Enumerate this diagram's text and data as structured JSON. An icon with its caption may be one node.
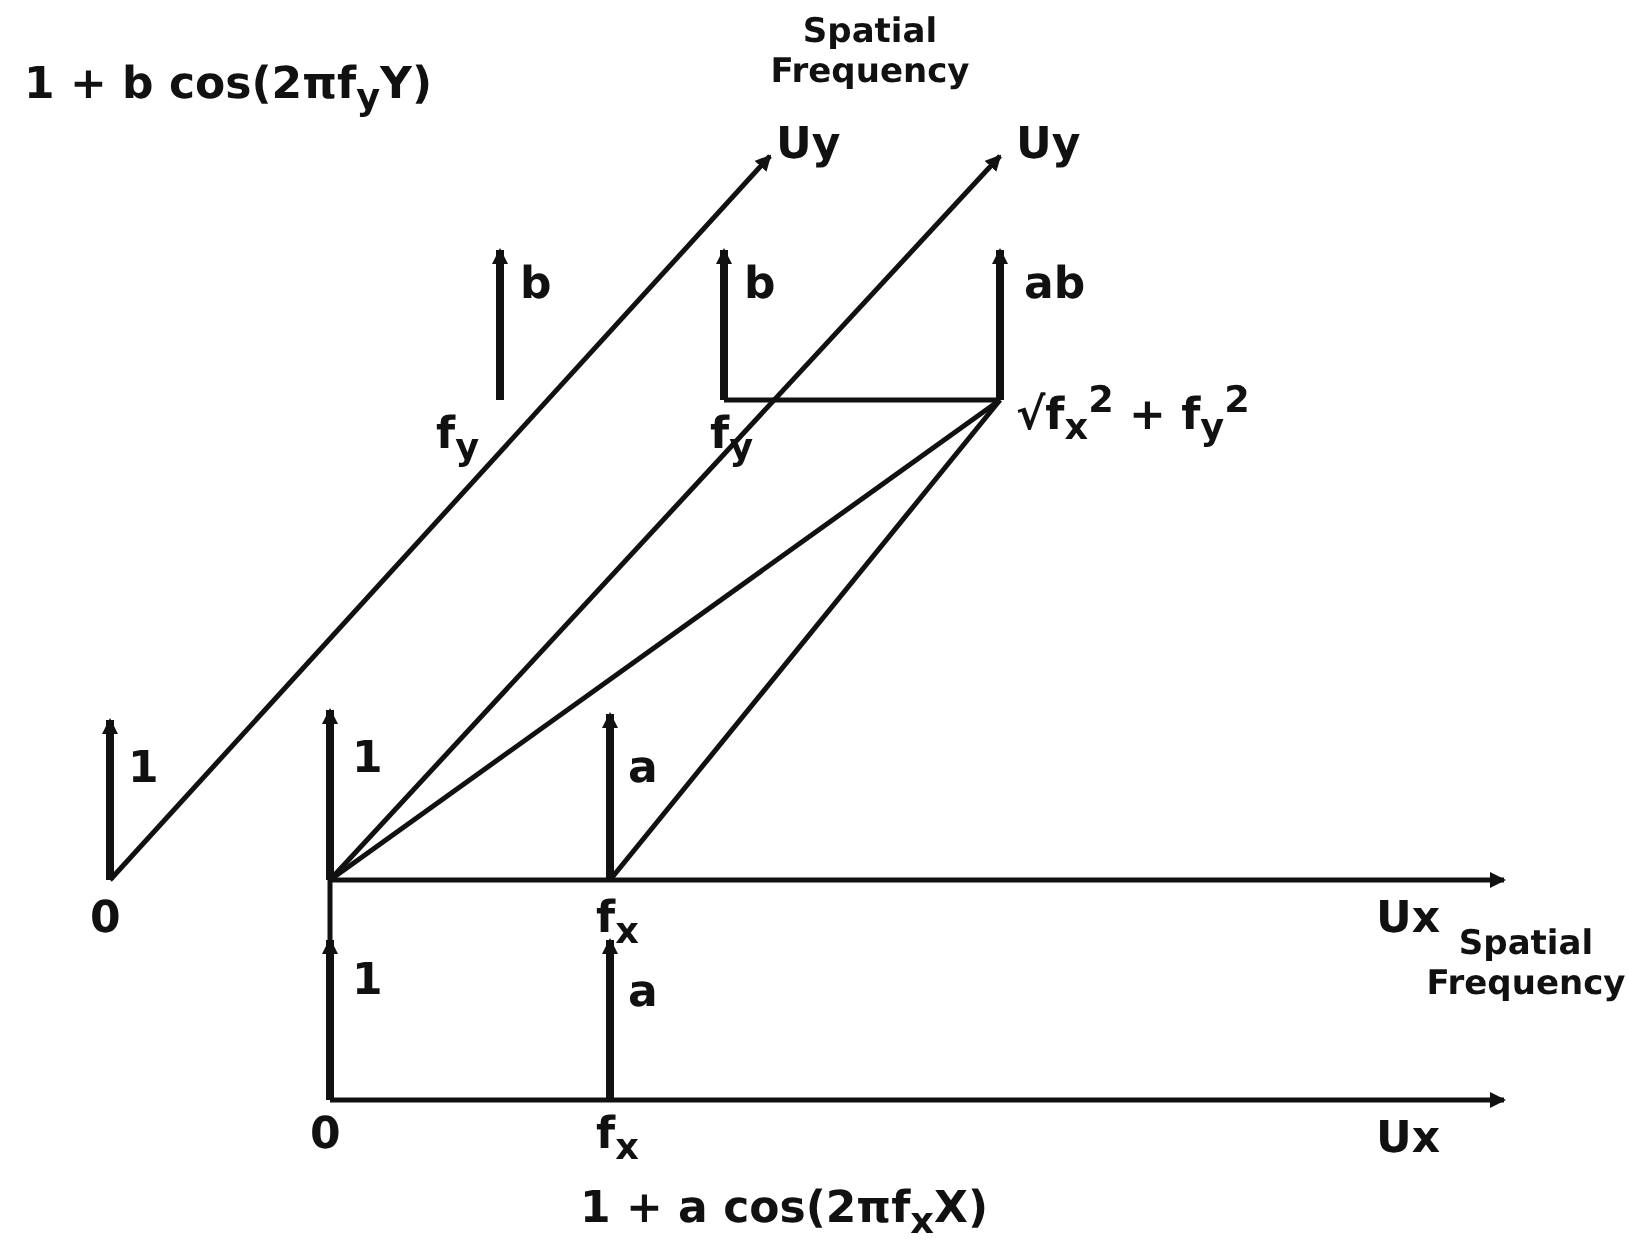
{
  "diagram": {
    "labels": [
      "Spatial Frequency",
      "1 + b cos(2πf$_{y}$Y)",
      "Uy",
      "Uy",
      "b",
      "b",
      "ab",
      "f$_{y}$",
      "f$_{y}$",
      "√f$_{x}$$^{2}$ + f$_{y}$$^{2}$",
      "1",
      "1",
      "a",
      "0",
      "f$_{x}$",
      "Ux",
      "Spatial Frequency",
      "1",
      "a",
      "0",
      "f$_{x}$",
      "Ux",
      "1 + a cos(2πf$_{x}$X)"
    ]
  }
}
